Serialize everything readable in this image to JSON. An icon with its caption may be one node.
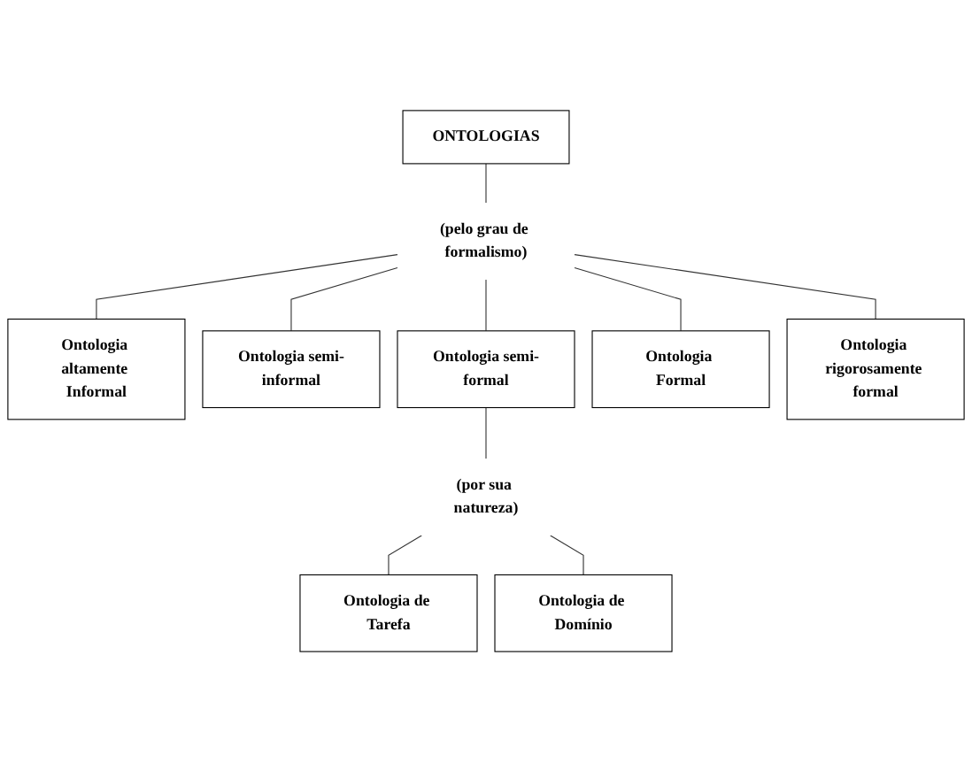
{
  "diagram": {
    "nodes": [
      {
        "text": [
          "ONTOLOGIAS"
        ]
      },
      {
        "text": [
          "(pelo grau de formalismo)"
        ]
      },
      {
        "text": [
          "Ontologia altamente Informal"
        ]
      },
      {
        "text": [
          "Ontologia semi-informal"
        ]
      },
      {
        "text": [
          "Ontologia semi-formal"
        ]
      },
      {
        "text": [
          "Ontologia Formal"
        ]
      },
      {
        "text": [
          "Ontologia rigorosamente formal"
        ]
      },
      {
        "text": [
          "(por sua natureza)"
        ]
      },
      {
        "text": [
          "Ontologia de Tarefa"
        ]
      },
      {
        "text": [
          "Ontologia de Domínio"
        ]
      }
    ],
    "edges": [
      {
        "from": 0,
        "to": 1,
        "arrow": "none"
      },
      {
        "from": 1,
        "to": 2,
        "arrow": "none"
      },
      {
        "from": 1,
        "to": 3,
        "arrow": "none"
      },
      {
        "from": 1,
        "to": 4,
        "arrow": "none"
      },
      {
        "from": 1,
        "to": 5,
        "arrow": "none"
      },
      {
        "from": 1,
        "to": 6,
        "arrow": "none"
      },
      {
        "from": 4,
        "to": 7,
        "arrow": "none"
      },
      {
        "from": 7,
        "to": 8,
        "arrow": "none"
      },
      {
        "from": 7,
        "to": 9,
        "arrow": "none"
      }
    ]
  }
}
